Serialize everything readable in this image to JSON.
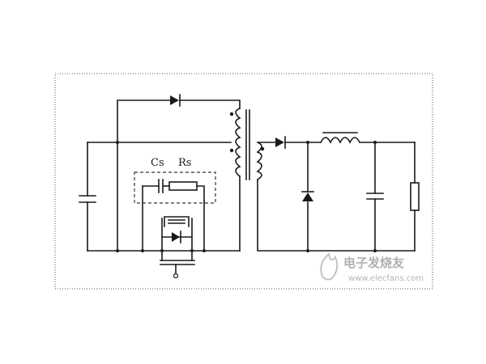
{
  "labels": {
    "cs": "Cs",
    "rs": "Rs"
  },
  "watermark": {
    "brand": "电子发烧友",
    "url": "www.elecfans.com"
  }
}
